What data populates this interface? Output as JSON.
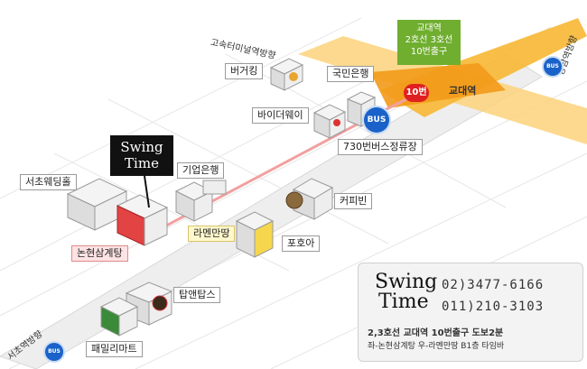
{
  "roads": {
    "terminal_direction": "고속터미널역방향",
    "gangnam_direction": "강남역방향",
    "seocho_direction": "서초역방향"
  },
  "station": {
    "name": "교대역",
    "exit": "10번",
    "sign_lines": [
      "교대역",
      "2호선 3호선",
      "10번출구"
    ]
  },
  "bus": {
    "label": "BUS"
  },
  "landmarks": {
    "burger_king": "버거킹",
    "kookmin_bank": "국민은행",
    "bitheway": "바이더웨이",
    "bus_stop": "730번버스정류장",
    "ibk_bank": "기업은행",
    "seocho_wedding": "서초웨딩홀",
    "coffee_bean": "커피빈",
    "ramen": "라멘만땅",
    "samgyetang": "논현삼계탕",
    "pho": "포호아",
    "tap_n_taps": "탑앤탑스",
    "family_mart": "패밀리마트"
  },
  "logo": {
    "line1": "Swing",
    "line2": "Time"
  },
  "info": {
    "brand_line1": "Swing",
    "brand_line2": "Time",
    "phone1": "02)3477-6166",
    "phone2": "011)210-3103",
    "directions": "2,3호선 교대역 10번출구 도보2분",
    "location": "좌-논현삼계탕 우-라멘만땅 B1층 타임바"
  },
  "colors": {
    "accent_route": "#f29a1a",
    "station_green": "#6fae2f",
    "bus_blue": "#1a62c9",
    "exit_red": "#e02020"
  }
}
